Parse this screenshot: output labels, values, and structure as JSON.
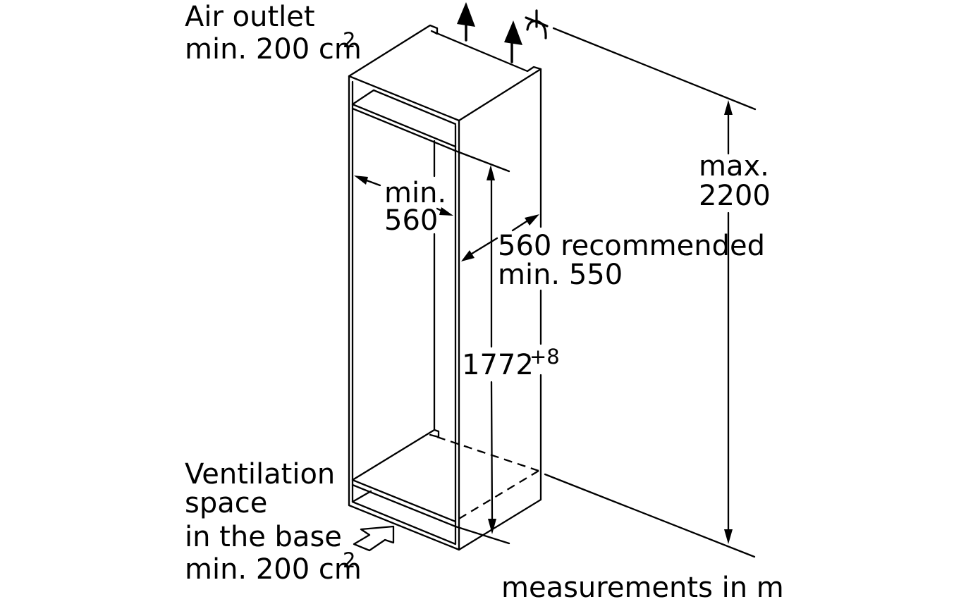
{
  "labels": {
    "air_outlet_line1": "Air outlet",
    "air_outlet_line2": "min. 200 cm",
    "air_outlet_sup": "2",
    "min_depth_line1": "min.",
    "min_depth_line2": "560",
    "recommended_line1": "560 recommended",
    "recommended_line2": "min. 550",
    "max_height_line1": "max.",
    "max_height_line2": "2200",
    "niche_height": "1772",
    "niche_height_sup": "+8",
    "ventilation_line1": "Ventilation",
    "ventilation_line2": "space",
    "ventilation_line3": "in the base",
    "ventilation_line4": "min. 200 cm",
    "ventilation_sup": "2",
    "units_note": "measurements in m"
  },
  "colors": {
    "line": "#000000",
    "background": "#ffffff"
  }
}
